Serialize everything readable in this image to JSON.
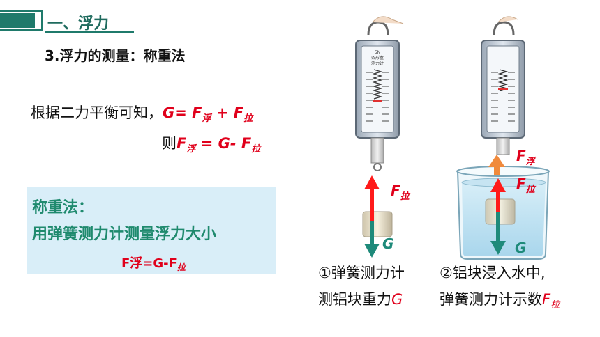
{
  "header": {
    "title": "一、浮力"
  },
  "subtitle": "3.浮力的测量：称重法",
  "equilibrium": {
    "intro": "根据二力平衡可知，",
    "formula1": {
      "G": "G=",
      "F": "F",
      "fu": "浮",
      "plus": "+",
      "F2": "F",
      "la": "拉"
    },
    "prefix2": "则",
    "formula2": {
      "F": "F",
      "fu": "浮",
      "eq": "=",
      "G": "G-",
      "F2": "F",
      "la": "拉"
    }
  },
  "method": {
    "title": "称重法：",
    "description": "用弹簧测力计测量浮力大小",
    "formula_main": "F浮=G-F",
    "formula_sub": "拉"
  },
  "diagram": {
    "scale_label": {
      "line1": "5N",
      "line2": "条形盒",
      "line3": "测力计"
    },
    "left": {
      "force_up": {
        "F": "F",
        "sub": "拉"
      },
      "force_down": "G",
      "caption_line1": "①弹簧测力计",
      "caption_line2": "测铝块重力",
      "caption_g": "G"
    },
    "right": {
      "buoyant": {
        "F": "F",
        "sub": "浮"
      },
      "force_up": {
        "F": "F",
        "sub": "拉"
      },
      "force_down": "G",
      "caption_line1": "②铝块浸入水中,",
      "caption_line2": "弹簧测力计示数",
      "caption_f": "F",
      "caption_sub": "拉"
    }
  },
  "colors": {
    "accent": "#1f7a6b",
    "red": "#e0001b",
    "teal": "#1e8a7a",
    "orange": "#f08a3c",
    "box": "#d9eef8"
  }
}
